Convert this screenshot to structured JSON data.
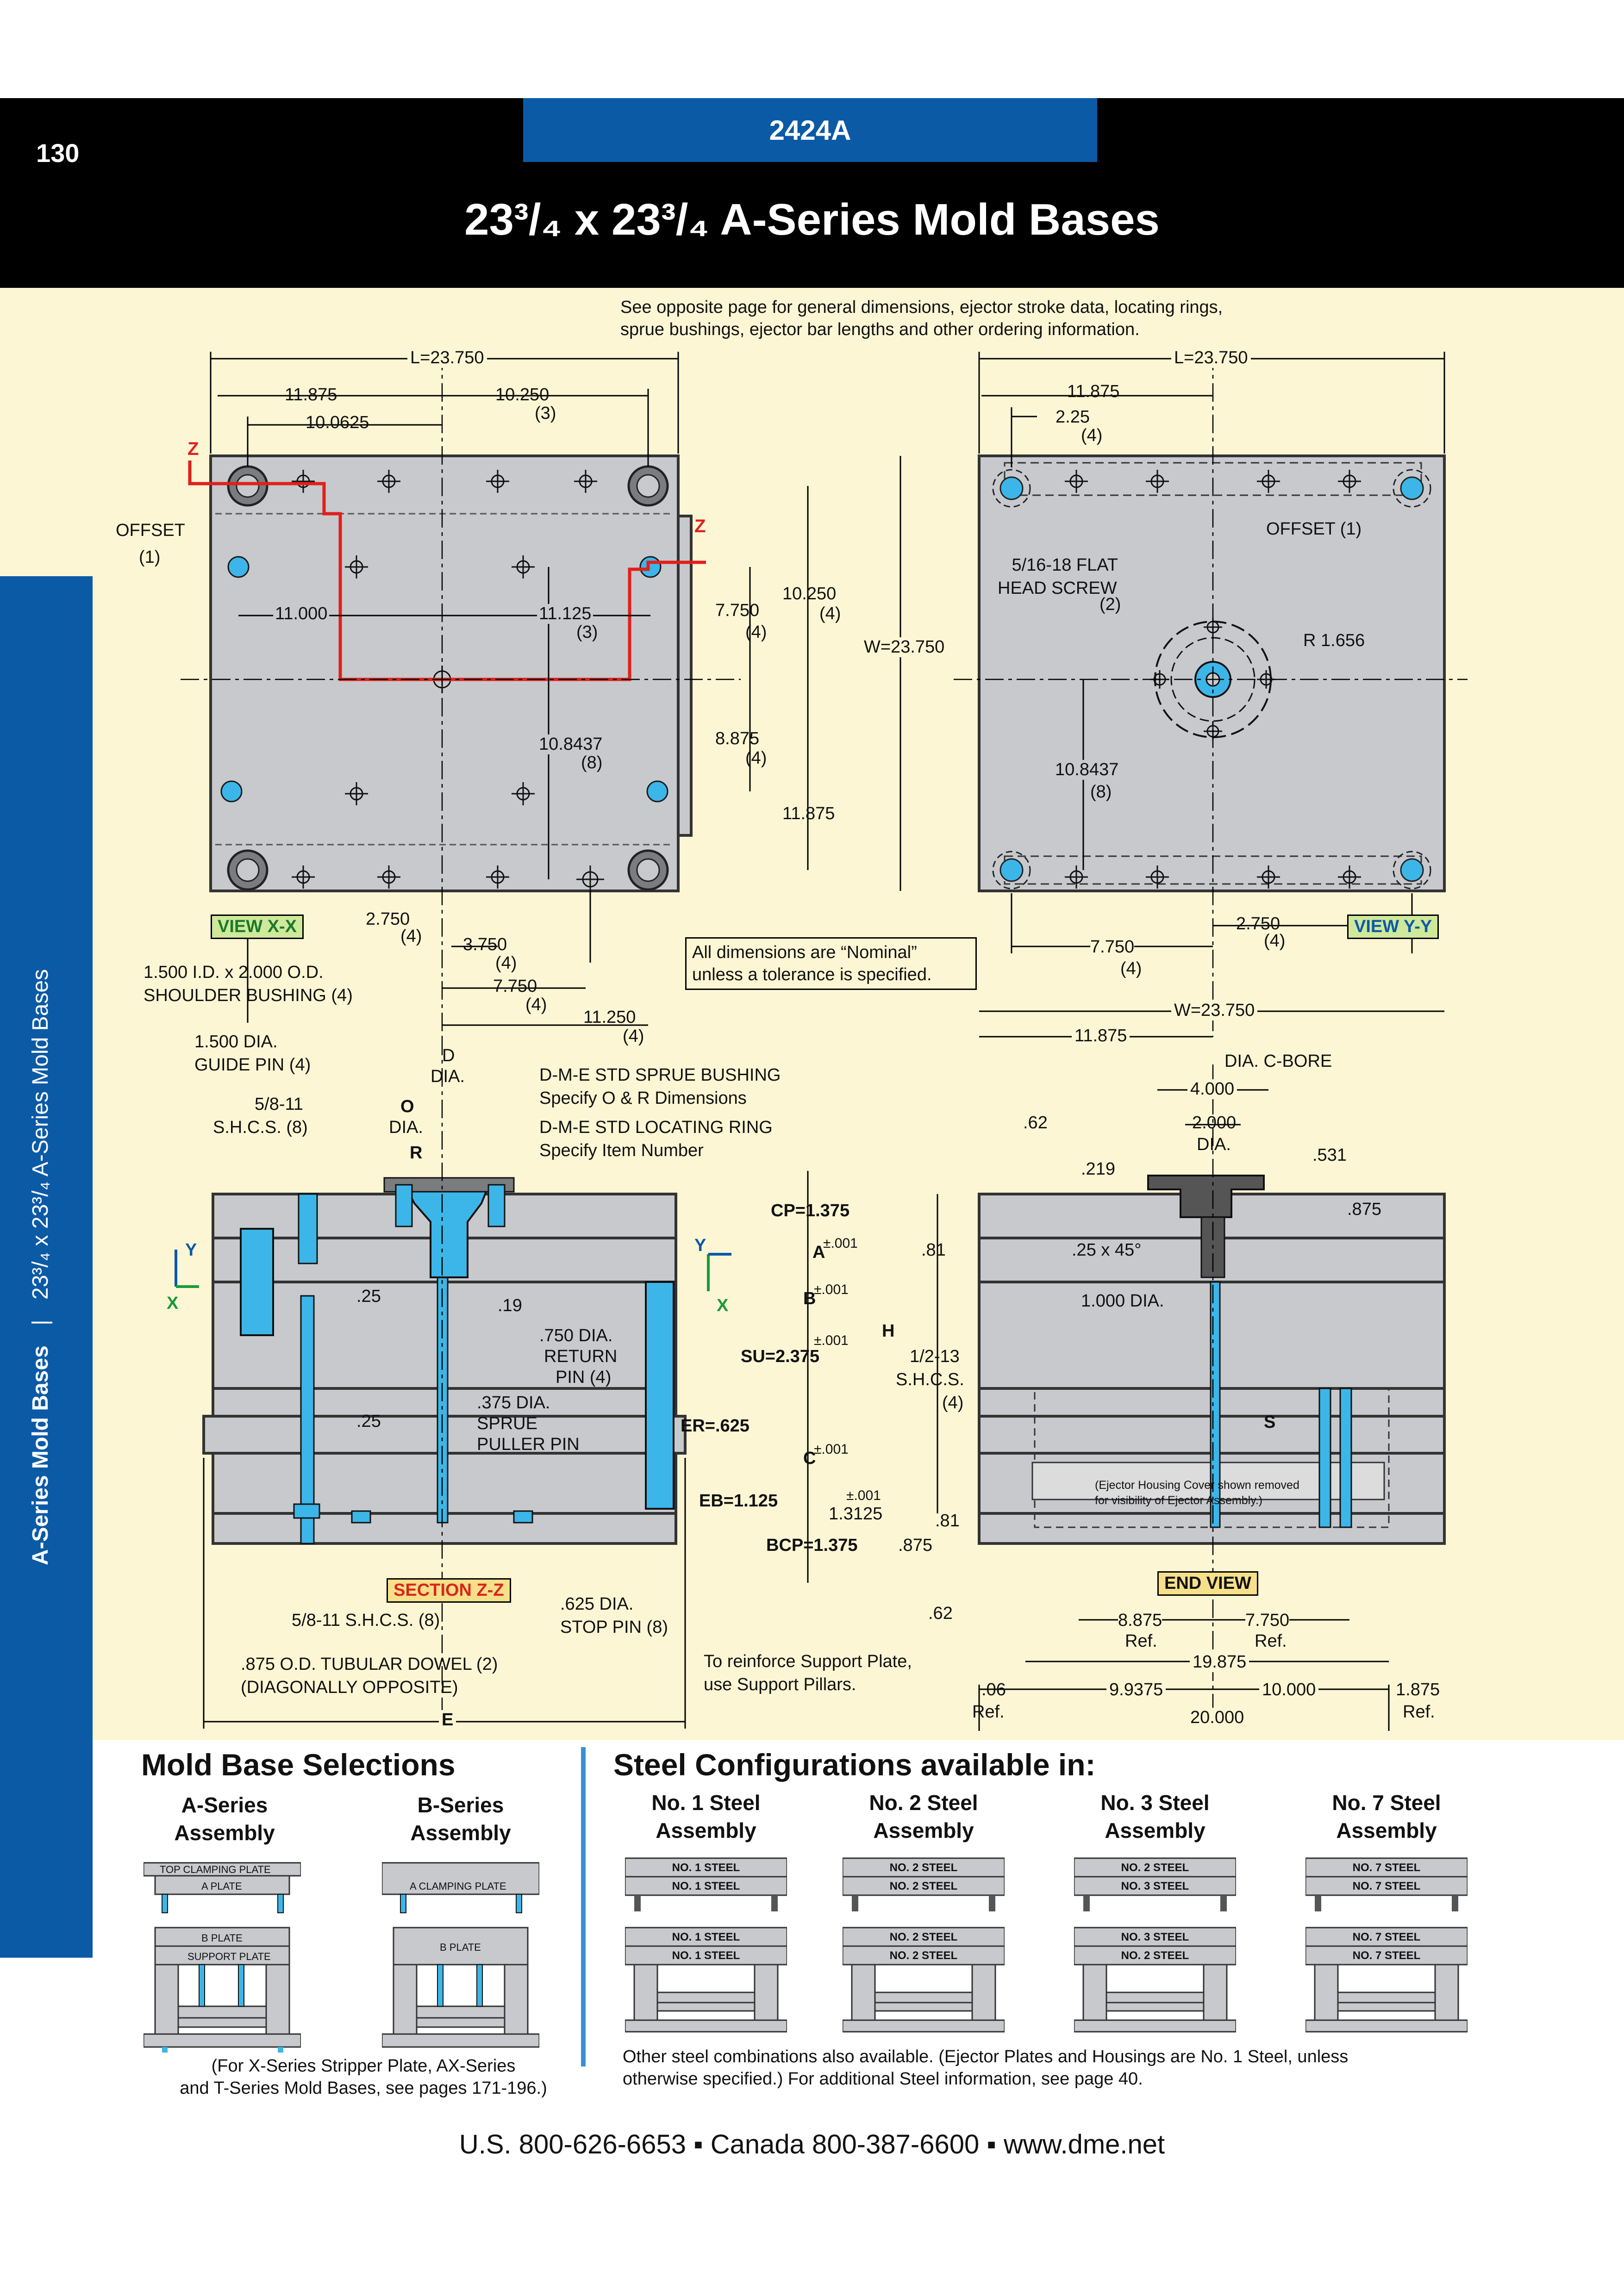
{
  "header": {
    "page_number": "130",
    "part_number": "2424A",
    "title": "23³/₄ x 23³/₄ A-Series Mold Bases"
  },
  "side_tab": {
    "section_bold": "A-Series Mold Bases",
    "separator": "|",
    "section_light": "23³/₄ x 23³/₄  A-Series Mold Bases"
  },
  "intro_note": {
    "line1": "See opposite page for general dimensions, ejector stroke data, locating rings,",
    "line2": "sprue bushings, ejector bar lengths and other ordering information."
  },
  "nominal_note": {
    "line1": "All dimensions are “Nominal”",
    "line2": "unless a tolerance is specified."
  },
  "view_xx": {
    "label": "VIEW X-X",
    "dims": {
      "L": "L=23.750",
      "d11875": "11.875",
      "d100625": "10.0625",
      "d10250": "10.250",
      "d10250_qty": "(3)",
      "offset": "OFFSET",
      "offset_qty": "(1)",
      "d11000": "11.000",
      "d11125": "11.125",
      "d11125_qty": "(3)",
      "d7750": "7.750",
      "d7750_qty": "(4)",
      "d10250v": "10.250",
      "d10250v_qty": "(4)",
      "d108437": "10.8437",
      "d108437_qty": "(8)",
      "d8875": "8.875",
      "d8875_qty": "(4)",
      "d11875v": "11.875",
      "d2750": "2.750",
      "d2750_qty": "(4)",
      "d3750": "3.750",
      "d3750_qty": "(4)",
      "d7750h": "7.750",
      "d7750h_qty": "(4)",
      "d11250": "11.250",
      "d11250_qty": "(4)",
      "W": "W=23.750",
      "z": "Z"
    }
  },
  "view_yy": {
    "label": "VIEW Y-Y",
    "dims": {
      "L": "L=23.750",
      "d11875": "11.875",
      "d225": "2.25",
      "d225_qty": "(4)",
      "offset": "OFFSET (1)",
      "screw1": "5/16-18 FLAT",
      "screw2": "HEAD SCREW",
      "screw_qty": "(2)",
      "r1656": "R 1.656",
      "d108437": "10.8437",
      "d108437_qty": "(8)",
      "d7750": "7.750",
      "d7750_qty": "(4)",
      "d2750": "2.750",
      "d2750_qty": "(4)"
    }
  },
  "section_zz": {
    "label": "SECTION Z-Z",
    "callouts": {
      "bushing1": "1.500 I.D. x 2.000 O.D.",
      "bushing2": "SHOULDER BUSHING (4)",
      "guide1": "1.500 DIA.",
      "guide2": "GUIDE PIN (4)",
      "shcs1": "5/8-11",
      "shcs2": "S.H.C.S. (8)",
      "d_dia1": "D",
      "d_dia2": "DIA.",
      "o_dia1": "O",
      "o_dia2": "DIA.",
      "r": "R",
      "sprue1": "D-M-E STD SPRUE BUSHING",
      "sprue2": "Specify O & R Dimensions",
      "ring1": "D-M-E STD LOCATING RING",
      "ring2": "Specify Item Number",
      "d25a": ".25",
      "d19": ".19",
      "d25b": ".25",
      "return1": ".750 DIA.",
      "return2": "RETURN",
      "return3": "PIN (4)",
      "puller1": ".375 DIA.",
      "puller2": "SPRUE",
      "puller3": "PULLER PIN",
      "cp": "CP=1.375",
      "a": "A",
      "a_tol": "±.001",
      "b": "B",
      "b_tol": "±.001",
      "su": "SU=2.375",
      "su_tol": "±.001",
      "er": "ER=.625",
      "c": "C",
      "c_tol": "±.001",
      "eb": "EB=1.125",
      "eb_tol": "±.001",
      "d13125": "1.3125",
      "bcp": "BCP=1.375",
      "h": "H",
      "shcs_low": "5/8-11 S.H.C.S. (8)",
      "dowel1": ".875 O.D. TUBULAR DOWEL (2)",
      "dowel2": "(DIAGONALLY OPPOSITE)",
      "stop1": ".625 DIA.",
      "stop2": "STOP PIN (8)",
      "e": "E",
      "y": "Y",
      "x": "X"
    }
  },
  "end_view": {
    "label": "END VIEW",
    "dims": {
      "W": "W=23.750",
      "d11875": "11.875",
      "cbore": "DIA. C-BORE",
      "d4000": "4.000",
      "d2000": "2.000",
      "d2000b": "DIA.",
      "d62a": ".62",
      "d219": ".219",
      "d531": ".531",
      "d875": ".875",
      "chamfer": ".25 x 45°",
      "d81a": ".81",
      "d1000": "1.000 DIA.",
      "shcs1": "1/2-13",
      "shcs2": "S.H.C.S.",
      "shcs3": "(4)",
      "s": "S",
      "d81b": ".81",
      "d875b": ".875",
      "cover1": "(Ejector Housing Cover shown removed",
      "cover2": "for visibility of Ejector Assembly.)",
      "d62b": ".62",
      "d8875": "8.875",
      "ref1": "Ref.",
      "d7750": "7.750",
      "ref2": "Ref.",
      "d19875": "19.875",
      "d06": ".06",
      "ref3": "Ref.",
      "d99375": "9.9375",
      "d10000": "10.000",
      "d1875": "1.875",
      "ref4": "Ref.",
      "d20000": "20.000"
    }
  },
  "support_note": {
    "line1": "To reinforce Support Plate,",
    "line2": "use Support Pillars."
  },
  "selections": {
    "heading": "Mold Base Selections",
    "a_series1": "A-Series",
    "a_series2": "Assembly",
    "b_series1": "B-Series",
    "b_series2": "Assembly",
    "a_top": "TOP CLAMPING PLATE",
    "a_plate": "A PLATE",
    "b_plate": "B PLATE",
    "support": "SUPPORT PLATE",
    "b_aclamp": "A CLAMPING PLATE",
    "b_bplate": "B PLATE",
    "note1": "(For X-Series Stripper Plate, AX-Series",
    "note2": "and T-Series Mold Bases, see pages 171-196.)"
  },
  "steel": {
    "heading": "Steel Configurations available in:",
    "columns": [
      {
        "title1": "No. 1 Steel",
        "title2": "Assembly",
        "top1": "NO. 1 STEEL",
        "top2": "NO. 1 STEEL",
        "bot1": "NO. 1 STEEL",
        "bot2": "NO. 1 STEEL"
      },
      {
        "title1": "No. 2 Steel",
        "title2": "Assembly",
        "top1": "NO. 2 STEEL",
        "top2": "NO. 2 STEEL",
        "bot1": "NO. 2 STEEL",
        "bot2": "NO. 2 STEEL"
      },
      {
        "title1": "No. 3 Steel",
        "title2": "Assembly",
        "top1": "NO. 2 STEEL",
        "top2": "NO. 3 STEEL",
        "bot1": "NO. 3 STEEL",
        "bot2": "NO. 2 STEEL"
      },
      {
        "title1": "No. 7 Steel",
        "title2": "Assembly",
        "top1": "NO. 7 STEEL",
        "top2": "NO. 7 STEEL",
        "bot1": "NO. 7 STEEL",
        "bot2": "NO. 7 STEEL"
      }
    ],
    "note1": "Other steel combinations also available. (Ejector Plates and Housings are No. 1 Steel, unless",
    "note2": "otherwise specified.) For additional Steel information, see page 40."
  },
  "footer": {
    "contact": "U.S. 800-626-6653  ▪  Canada 800-387-6600  ▪  www.dme.net"
  },
  "colors": {
    "header_bg": "#000000",
    "tab_blue": "#0b5aa6",
    "drawing_bg": "#fcf6d4",
    "plate_gray": "#c7c9cc",
    "pin_blue": "#3cb6e8",
    "section_line": "#e0201c",
    "axis_green": "#1a9a3a"
  }
}
